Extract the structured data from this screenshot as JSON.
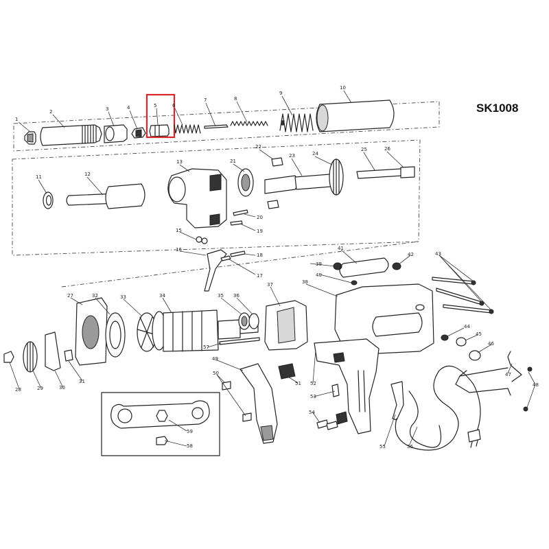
{
  "model": "SK1008",
  "highlight": {
    "part": "5",
    "color": "#d9252b"
  },
  "colors": {
    "ink": "#222222",
    "paper": "#ffffff"
  },
  "parts": {
    "p1": "1",
    "p2": "2",
    "p3": "3",
    "p4": "4",
    "p5": "5",
    "p6": "6",
    "p7": "7",
    "p8": "8",
    "p9": "9",
    "p10": "10",
    "p11": "11",
    "p12": "12",
    "p13": "13",
    "p15": "15",
    "p16": "16",
    "p17": "17",
    "p18": "18",
    "p19": "19",
    "p20": "20",
    "p21": "21",
    "p22": "22",
    "p23": "23",
    "p24": "24",
    "p25": "25",
    "p26": "26",
    "p27": "27",
    "p28": "28",
    "p29": "29",
    "p30": "30",
    "p31": "31",
    "p32": "32",
    "p33": "33",
    "p34": "34",
    "p35": "35",
    "p36": "36",
    "p37": "37",
    "p38": "38",
    "p39": "39",
    "p40": "40",
    "p41": "41",
    "p42": "42",
    "p43": "43",
    "p44": "44",
    "p45": "45",
    "p46": "46",
    "p47": "47",
    "p48": "48",
    "p49": "49",
    "p50": "50",
    "p51": "51",
    "p52": "52",
    "p53": "53",
    "p54": "54",
    "p55": "55",
    "p56": "56",
    "p57": "57",
    "p58": "58",
    "p59": "59"
  }
}
